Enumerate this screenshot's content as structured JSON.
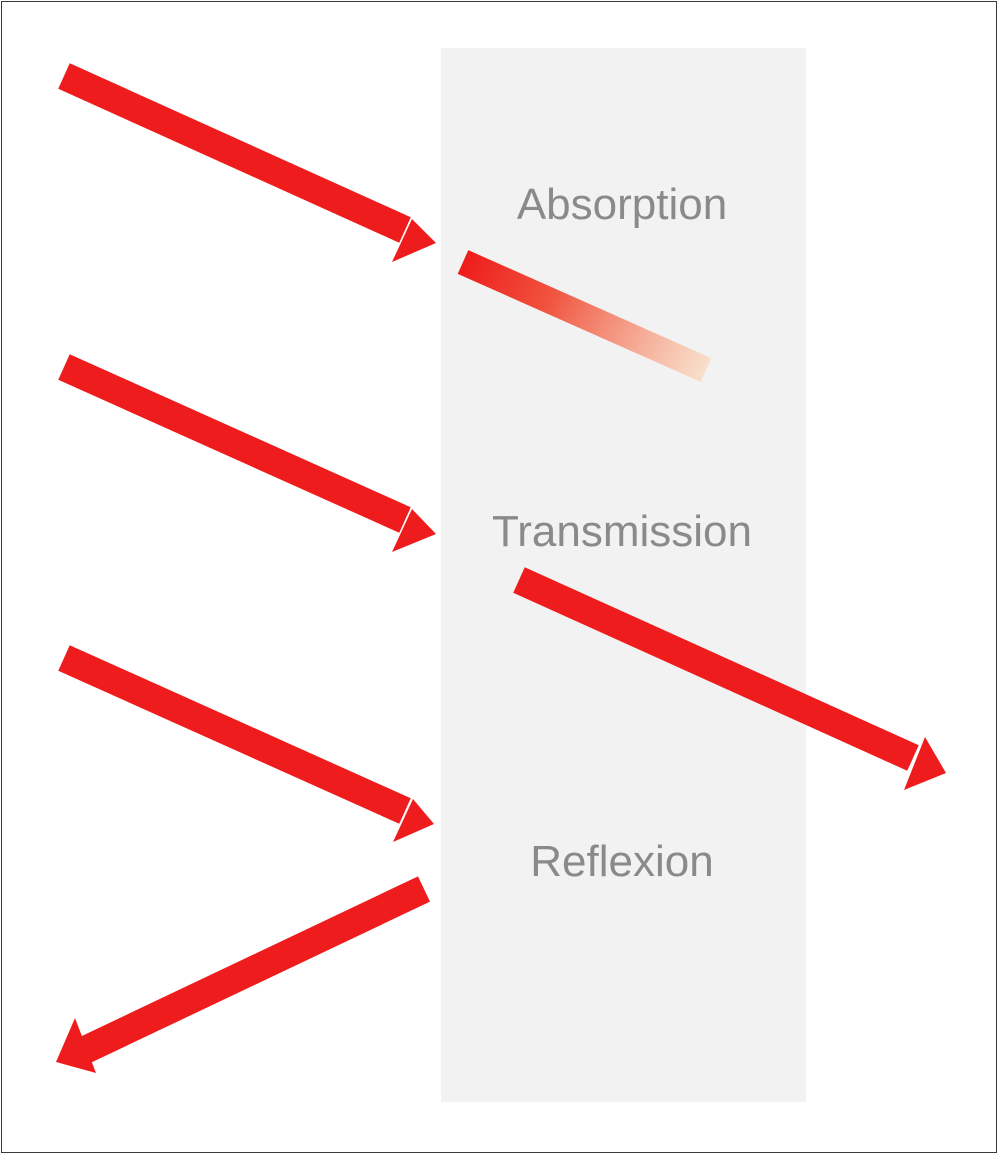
{
  "diagram": {
    "labels": {
      "absorption": "Absorption",
      "transmission": "Transmission",
      "reflexion": "Reflexion"
    },
    "colors": {
      "arrow": "#ee1c1c",
      "medium": "#f2f2f2",
      "label": "#8a8a8a",
      "absorbed_fade_end": "#fbd9bd"
    }
  }
}
